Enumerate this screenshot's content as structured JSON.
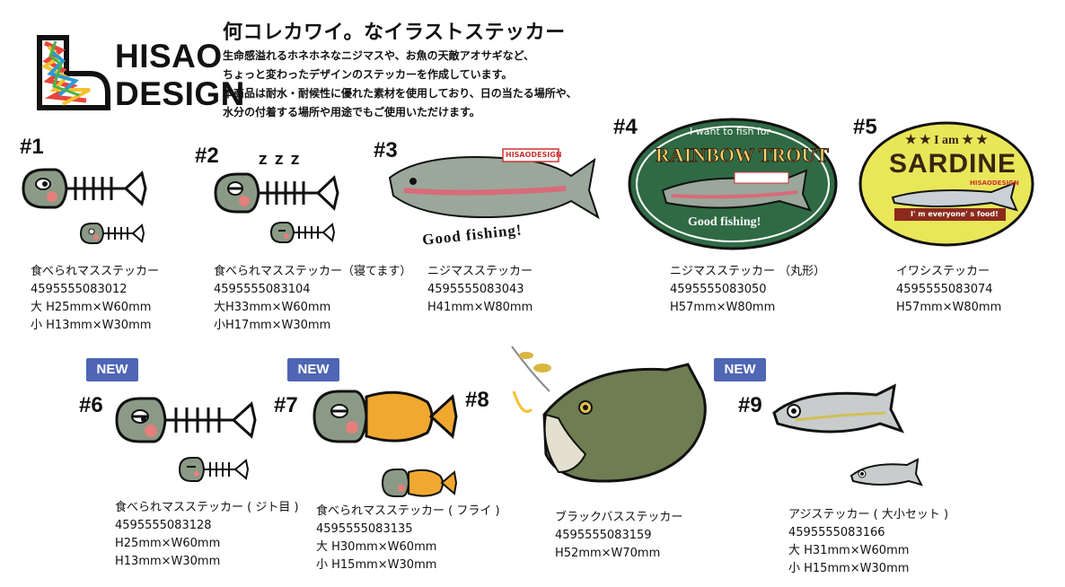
{
  "brand": {
    "name_line1": "HISAO",
    "name_line2": "DESIGN"
  },
  "header": {
    "headline": "何コレカワイ。なイラストステッカー",
    "intro_lines": [
      "生命感溢れるホネホネなニジマスや、お魚の天敵アオサギなど、",
      "ちょっと変わったデザインのステッカーを作成しています。",
      "本商品は耐水・耐候性に優れた素材を使用しており、日の当たる場所や、",
      "水分の付着する場所や用途でもご使用いただけます。"
    ]
  },
  "badge_label": "NEW",
  "products": [
    {
      "number": "#1",
      "name": "食べられマスステッカー",
      "code": "4595555083012",
      "size1": "大 H25mm×W60mm",
      "size2": "小 H13mm×W30mm",
      "new": false
    },
    {
      "number": "#2",
      "name": "食べられマスステッカー（寝てます）",
      "code": "4595555083104",
      "size1": "大H33mm×W60mm",
      "size2": "小H17mm×W30mm",
      "new": false
    },
    {
      "number": "#3",
      "name": "ニジマスステッカー",
      "code": "4595555083043",
      "size1": "H41mm×W80mm",
      "size2": "",
      "new": false
    },
    {
      "number": "#4",
      "name": "ニジマスステッカー （丸形）",
      "code": "4595555083050",
      "size1": "H57mm×W80mm",
      "size2": "",
      "new": false
    },
    {
      "number": "#5",
      "name": "イワシステッカー",
      "code": "4595555083074",
      "size1": "H57mm×W80mm",
      "size2": "",
      "new": false
    },
    {
      "number": "#6",
      "name": "食べられマスステッカー ( ジト目 )",
      "code": "4595555083128",
      "size1": "H25mm×W60mm",
      "size2": "H13mm×W30mm",
      "new": true
    },
    {
      "number": "#7",
      "name": "食べられマスステッカー ( フライ )",
      "code": "4595555083135",
      "size1": "大 H30mm×W60mm",
      "size2": "小 H15mm×W30mm",
      "new": true
    },
    {
      "number": "#8",
      "name": "ブラックバスステッカー",
      "code": "4595555083159",
      "size1": "H52mm×W70mm",
      "size2": "",
      "new": false
    },
    {
      "number": "#9",
      "name": "アジステッカー ( 大小セット )",
      "code": "4595555083166",
      "size1": "大 H31mm×W60mm",
      "size2": "小 H15mm×W30mm",
      "new": true
    }
  ],
  "sticker_text": {
    "trout_tag": "HISAODESIGN",
    "good_fishing": "Good fishing!",
    "oval_top": "I want to fish for",
    "rainbow_trout": "RAINBOW TROUT",
    "sardine_top": "★ ★ I am ★ ★",
    "sardine": "SARDINE",
    "sardine_tag": "HISAODESIGN",
    "sardine_banner": "I' m everyone' s food!",
    "zzz": "Z Z Z"
  },
  "colors": {
    "badge": "#4f66b5",
    "oval_green": "#2f6a45",
    "oval_yellow": "#e9e65a",
    "fish_head": "#8a9a86",
    "cheek": "#e47f7a",
    "fry": "#f0a830"
  }
}
